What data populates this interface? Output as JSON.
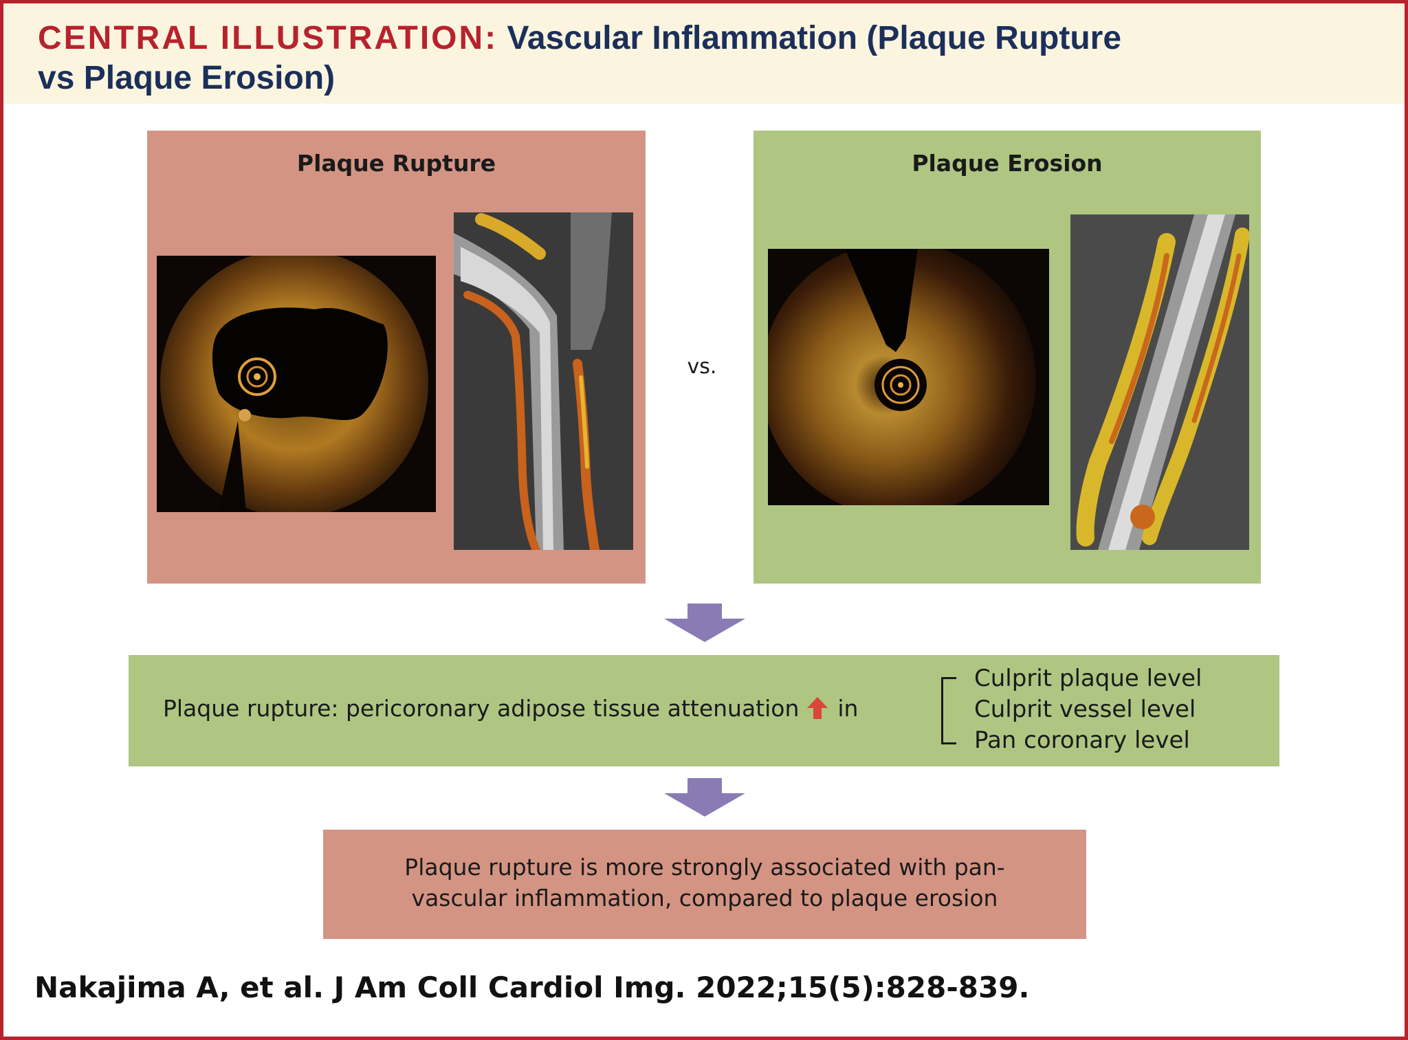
{
  "header": {
    "title_prefix": "CENTRAL ILLUSTRATION:",
    "title_line1": "Vascular Inflammation (Plaque Rupture",
    "title_line2": "vs Plaque Erosion)"
  },
  "panels": {
    "rupture": {
      "title": "Plaque Rupture"
    },
    "erosion": {
      "title": "Plaque Erosion"
    }
  },
  "vs_label": "vs.",
  "finding": {
    "text_before": "Plaque rupture: pericoronary adipose tissue attenuation",
    "text_after": "in",
    "levels": [
      "Culprit plaque level",
      "Culprit vessel level",
      "Pan coronary level"
    ],
    "up_arrow_color": "#d9463a"
  },
  "conclusion": {
    "line1": "Plaque rupture is more strongly associated with pan-",
    "line2": "vascular inflammation, compared to plaque erosion"
  },
  "citation": "Nakajima A, et al. J Am Coll Cardiol Img. 2022;15(5):828-839.",
  "colors": {
    "border": "#b8222c",
    "title_prefix": "#b8222c",
    "title_main": "#1b2f5b",
    "header_bg": "#fbf5df",
    "rupture_bg": "#d49483",
    "erosion_bg": "#aec682",
    "arrow": "#8a7bb5"
  }
}
